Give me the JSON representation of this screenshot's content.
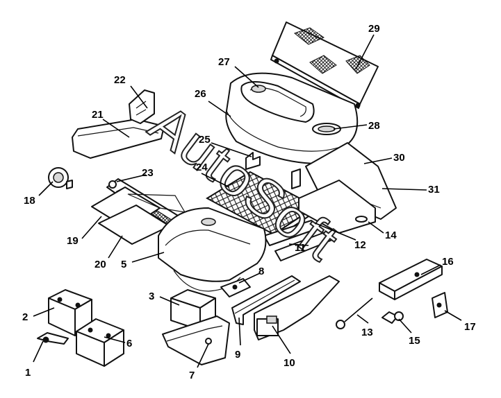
{
  "watermark": "AutoSoft",
  "callouts": [
    "1",
    "2",
    "3",
    "5",
    "6",
    "7",
    "8",
    "9",
    "10",
    "11",
    "12",
    "13",
    "14",
    "15",
    "16",
    "17",
    "18",
    "19",
    "20",
    "21",
    "22",
    "23",
    "24",
    "25",
    "26",
    "27",
    "28",
    "29",
    "30",
    "31"
  ]
}
